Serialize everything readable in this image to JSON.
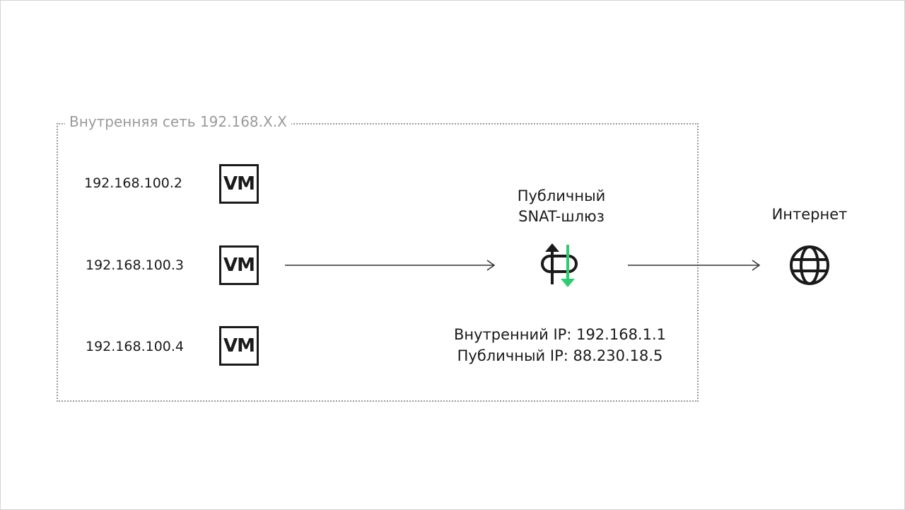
{
  "network": {
    "label": "Внутренняя сеть 192.168.X.X"
  },
  "vms": [
    {
      "ip": "192.168.100.2",
      "icon_text": "VM"
    },
    {
      "ip": "192.168.100.3",
      "icon_text": "VM"
    },
    {
      "ip": "192.168.100.4",
      "icon_text": "VM"
    }
  ],
  "gateway": {
    "title_line1": "Публичный",
    "title_line2": "SNAT-шлюз",
    "internal_ip": "Внутренний IP: 192.168.1.1",
    "public_ip": "Публичный IP: 88.230.18.5",
    "icon": "snat-gateway-icon"
  },
  "internet": {
    "label": "Интернет",
    "icon": "globe-icon"
  },
  "colors": {
    "line": "#1a1a1a",
    "accent": "#2ecc71",
    "border_dotted": "#9a9a9a"
  }
}
